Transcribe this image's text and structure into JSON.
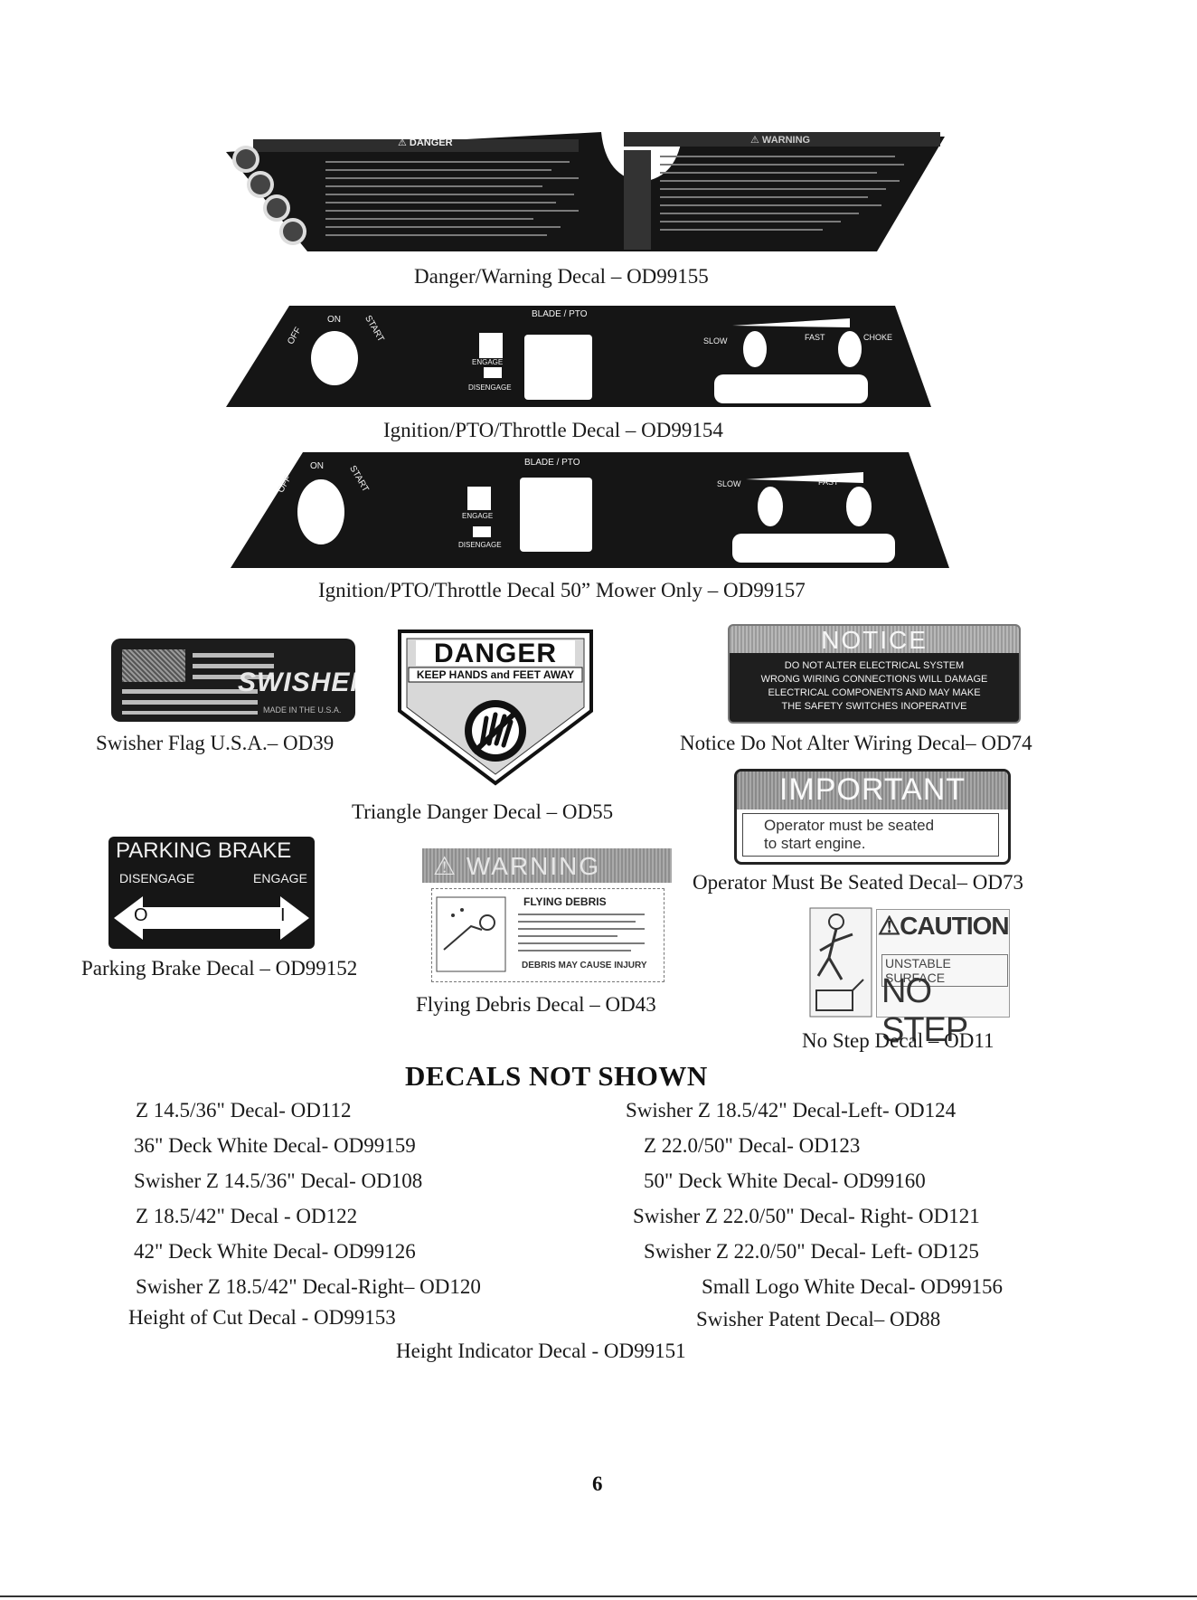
{
  "decals": {
    "danger_warning": {
      "caption": "Danger/Warning Decal – OD99155",
      "left_header": "⚠ DANGER",
      "right_header": "⚠ WARNING"
    },
    "ignition_1": {
      "caption": "Ignition/PTO/Throttle Decal – OD99154",
      "off": "OFF",
      "on": "ON",
      "start": "START",
      "blade": "BLADE / PTO",
      "engage": "ENGAGE",
      "disengage": "DISENGAGE",
      "slow": "SLOW",
      "fast": "FAST",
      "choke": "CHOKE"
    },
    "ignition_2": {
      "caption": "Ignition/PTO/Throttle Decal 50” Mower Only – OD99157",
      "off": "OFF",
      "on": "ON",
      "start": "START",
      "blade": "BLADE / PTO",
      "engage": "ENGAGE",
      "disengage": "DISENGAGE",
      "slow": "SLOW",
      "fast": "FAST"
    },
    "flag": {
      "caption": "Swisher Flag U.S.A.– OD39",
      "brand": "SWISHER",
      "made": "MADE IN THE U.S.A."
    },
    "triangle": {
      "caption": "Triangle Danger Decal – OD55",
      "header": "DANGER",
      "sub": "KEEP HANDS and FEET AWAY"
    },
    "notice": {
      "caption": "Notice Do Not Alter Wiring Decal– OD74",
      "header": "NOTICE",
      "line1": "DO NOT ALTER ELECTRICAL SYSTEM",
      "line2": "WRONG WIRING CONNECTIONS WILL DAMAGE",
      "line3": "ELECTRICAL COMPONENTS AND MAY MAKE",
      "line4": "THE SAFETY SWITCHES INOPERATIVE"
    },
    "important": {
      "caption": "Operator Must Be Seated Decal– OD73",
      "header": "IMPORTANT",
      "line1": "Operator must be seated",
      "line2": "to start engine."
    },
    "parking": {
      "caption": "Parking Brake Decal – OD99152",
      "header": "PARKING BRAKE",
      "disengage": "DISENGAGE",
      "engage": "ENGAGE",
      "o": "O",
      "i": "I"
    },
    "debris": {
      "caption": "Flying Debris Decal – OD43",
      "header": "⚠ WARNING",
      "title": "FLYING DEBRIS",
      "footer": "DEBRIS MAY CAUSE INJURY"
    },
    "nostep": {
      "caption": "No Step Decal – OD11",
      "caution": "⚠CAUTION",
      "unstable": "UNSTABLE SURFACE",
      "nostep": "NO STEP"
    }
  },
  "not_shown": {
    "heading": "DECALS NOT SHOWN",
    "left": [
      "Z 14.5/36\" Decal- OD112",
      "36\" Deck White Decal- OD99159",
      "Swisher Z 14.5/36\" Decal- OD108",
      "Z 18.5/42\" Decal - OD122",
      "42\" Deck White Decal- OD99126",
      "Swisher Z 18.5/42\" Decal-Right– OD120",
      "Height of Cut Decal - OD99153"
    ],
    "right": [
      "Swisher Z 18.5/42\" Decal-Left- OD124",
      "Z 22.0/50\" Decal- OD123",
      "50\" Deck White Decal- OD99160",
      "Swisher Z 22.0/50\" Decal- Right- OD121",
      "Swisher Z 22.0/50\" Decal- Left- OD125",
      "Small Logo White Decal- OD99156",
      "Swisher Patent Decal– OD88"
    ],
    "center": "Height Indicator Decal - OD99151"
  },
  "page_number": "6"
}
